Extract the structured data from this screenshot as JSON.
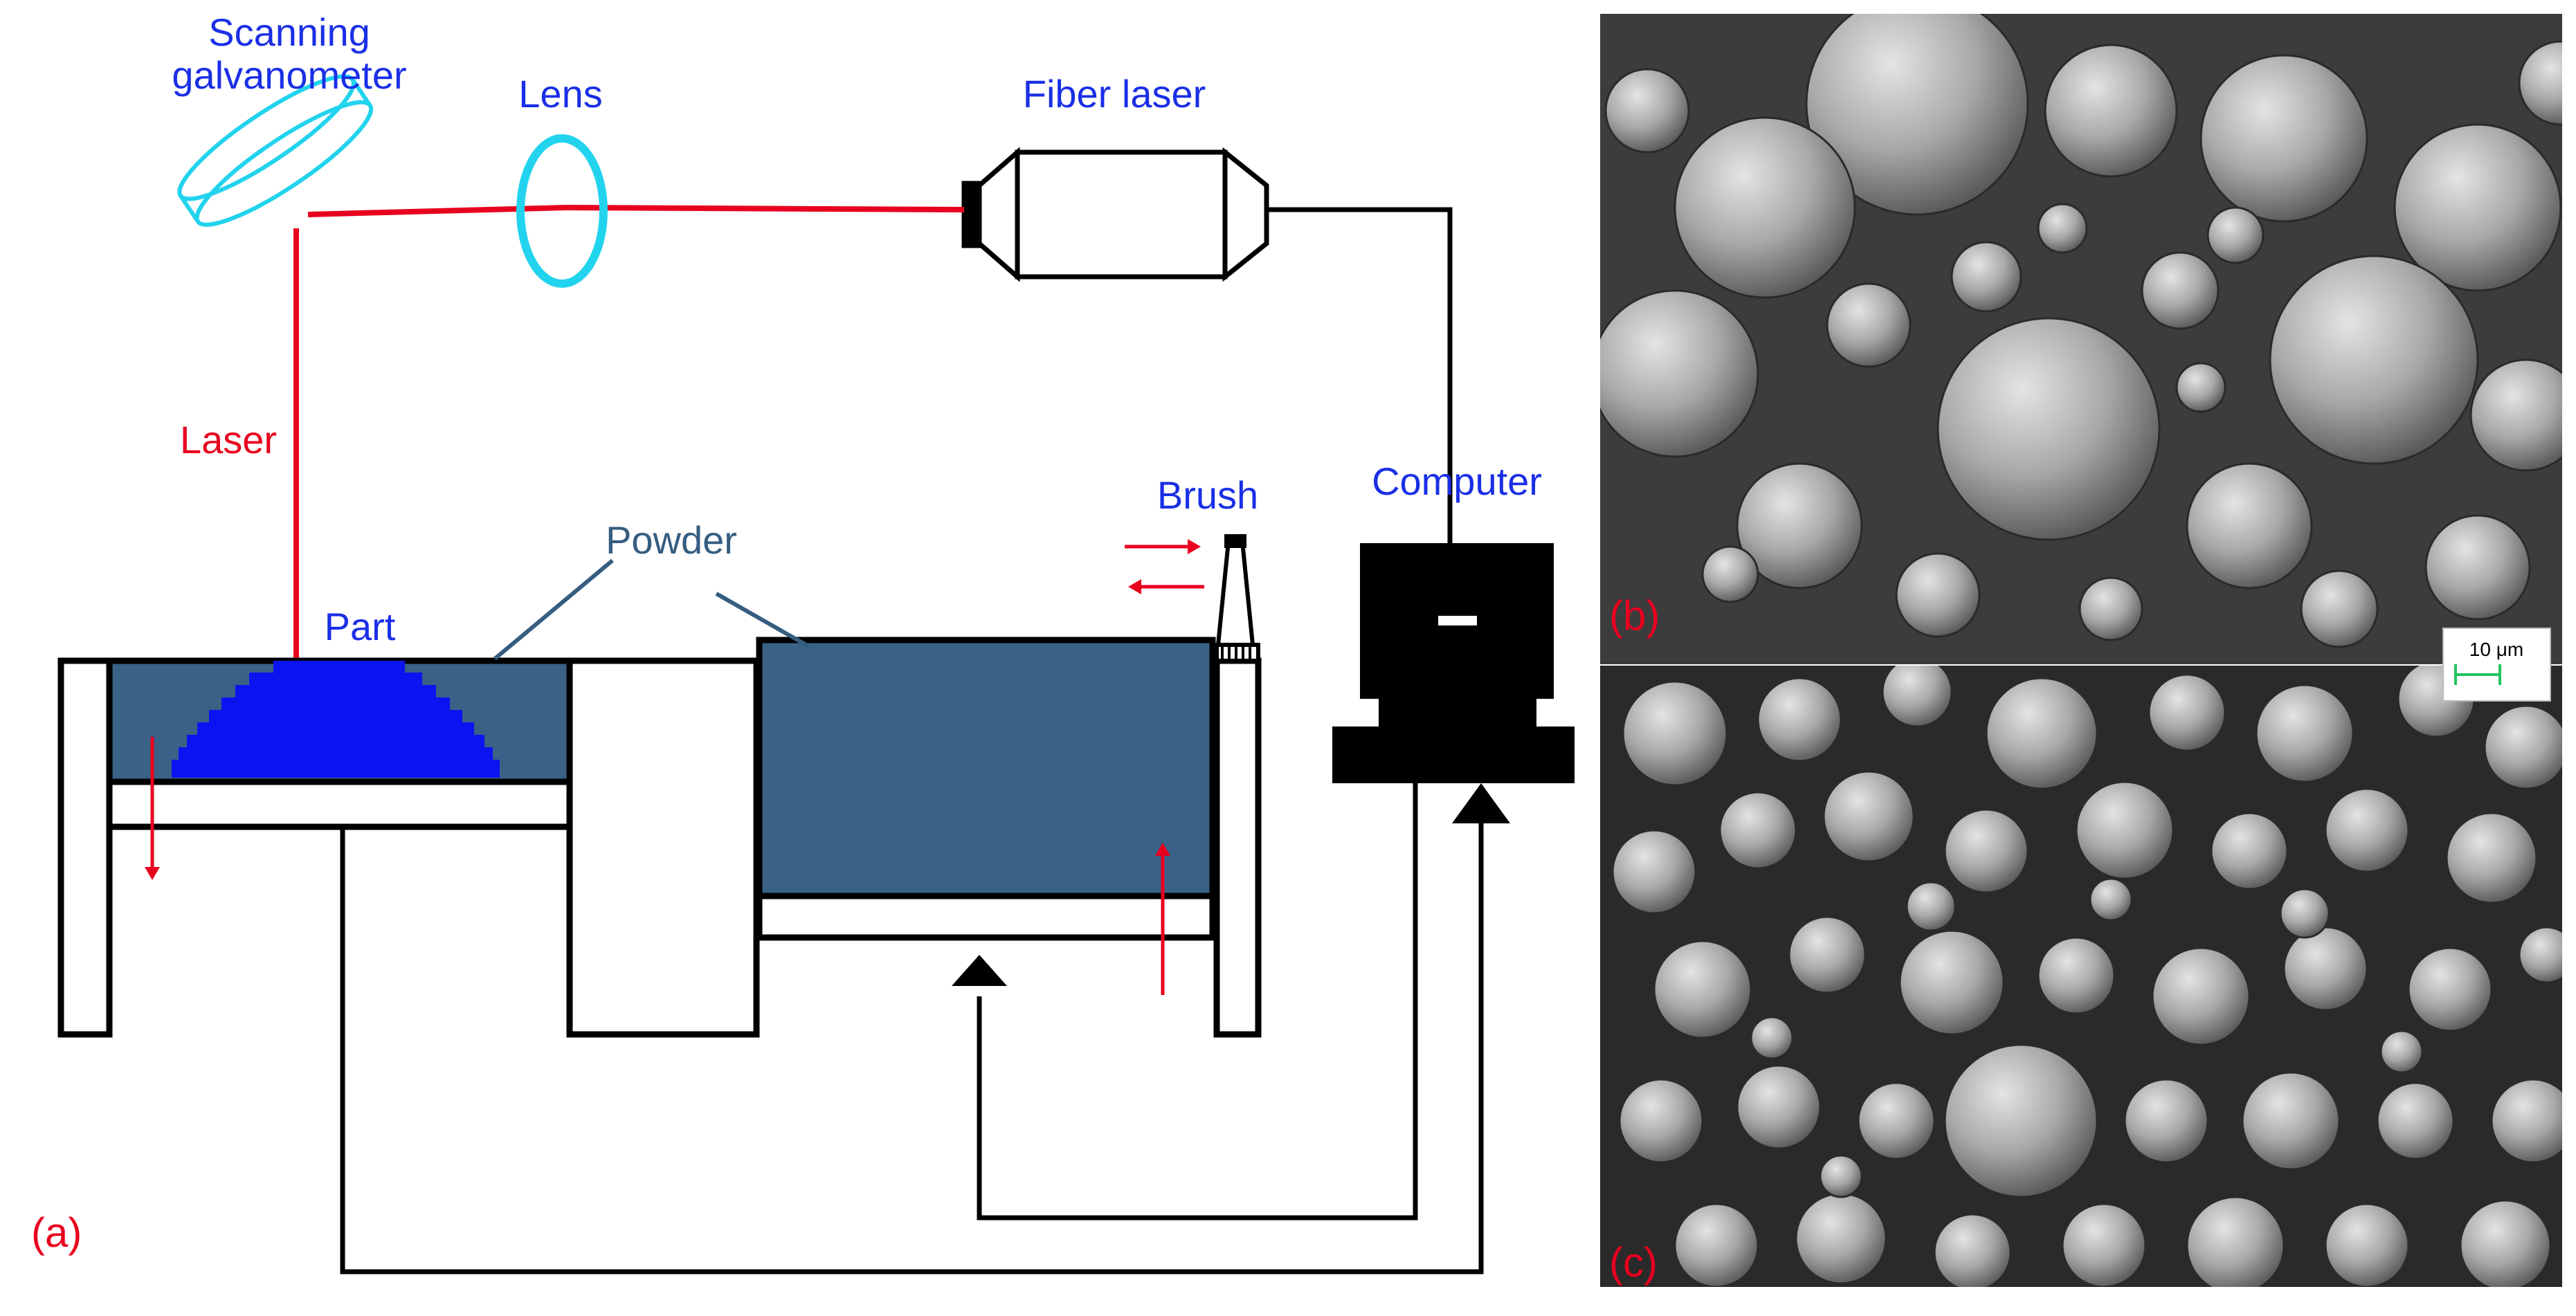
{
  "labels": {
    "scanner_line1": "Scanning",
    "scanner_line2": "galvanometer",
    "lens": "Lens",
    "fiber_laser": "Fiber laser",
    "laser": "Laser",
    "brush": "Brush",
    "computer": "Computer",
    "powder": "Powder",
    "part": "Part"
  },
  "panels": {
    "a": "(a)",
    "b": "(b)",
    "c": "(c)"
  },
  "scale_bar": "10 μm",
  "colors": {
    "label_blue": "#1a2fe6",
    "laser_red": "#e8001f",
    "powder": "#3a6186",
    "part": "#0a14f0",
    "optics_cyan": "#22d3ee",
    "leader_line": "#355d80",
    "scale_green": "#22c55e"
  }
}
